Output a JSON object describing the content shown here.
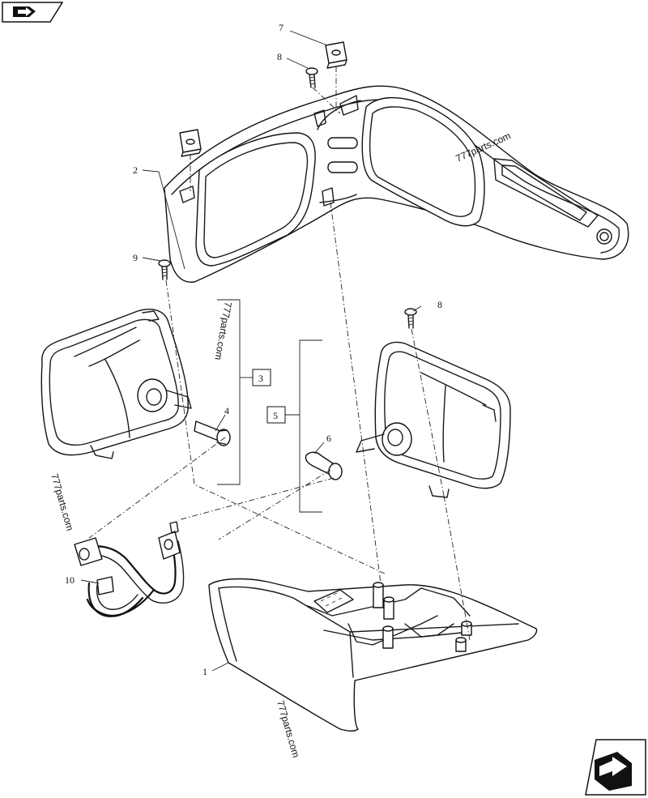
{
  "callouts": {
    "c1": "1",
    "c2": "2",
    "c3": "3",
    "c4": "4",
    "c5": "5",
    "c6": "6",
    "c7": "7",
    "c8a": "8",
    "c8b": "8",
    "c9": "9",
    "c10": "10"
  },
  "watermarks": {
    "w1": "777parts.com",
    "w2": "777parts.com",
    "w3": "777parts.com",
    "w4": "777parts.com"
  },
  "icons": {
    "top_nav": "book-arrow-icon",
    "bottom_nav": "next-page-arrow-icon"
  }
}
